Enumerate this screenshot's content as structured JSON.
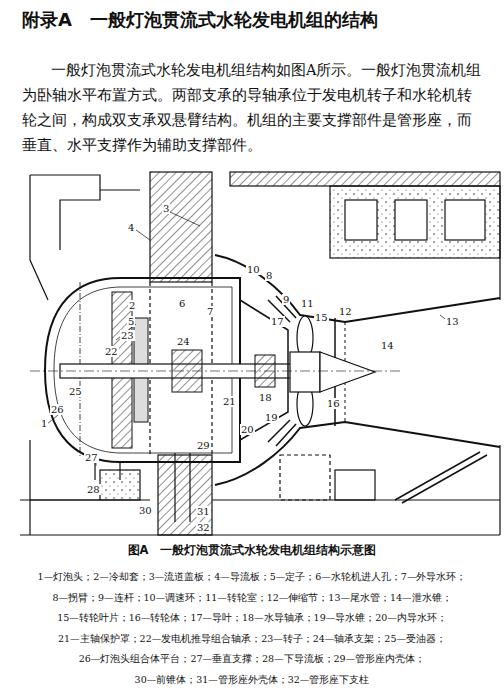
{
  "diagram": {
    "title": "附录A　一般灯泡贯流式水轮发电机组的结构",
    "caption": "图A　一般灯泡贯流式水轮发电机组结构示意图",
    "labels": [
      "一般灯泡贯流式水轮发电机组结构如图A所示。一般灯泡贯流机组为卧轴水平布置方式。两部支承的导轴承位于发电机转子和水轮机转轮之间，构成双支承双悬臂结构。机组的主要支撑部件是管形座，而垂直、水平支撑作为辅助支撑部件。",
      "1",
      "2",
      "3",
      "4",
      "5",
      "6",
      "7",
      "8",
      "9",
      "10",
      "11",
      "12",
      "13",
      "14",
      "15",
      "16",
      "17",
      "18",
      "19",
      "20",
      "21",
      "22",
      "23",
      "24",
      "25",
      "26",
      "27",
      "28",
      "29",
      "30",
      "31",
      "32",
      "1—灯泡头；2—冷却套；3—流道盖板；4—导流板；5—定子；6—水轮机进人孔；7—外导水环；",
      "8—拐臂；9—连杆；10—调速环；11—转轮室；12—伸缩节；13—尾水管；14—泄水锥；",
      "15—转轮叶片；16—转轮体；17—导叶；18—水导轴承；19—导水锥；20—内导水环；",
      "21—主轴保护罩；22—发电机推导组合轴承；23—转子；24—轴承支架；25—受油器；",
      "26—灯泡头组合体平台；27—垂直支撑；28—下导流板；29—管形座内壳体；",
      "30—前锥体；31—管形座外壳体；32—管形座下支柱"
    ]
  }
}
